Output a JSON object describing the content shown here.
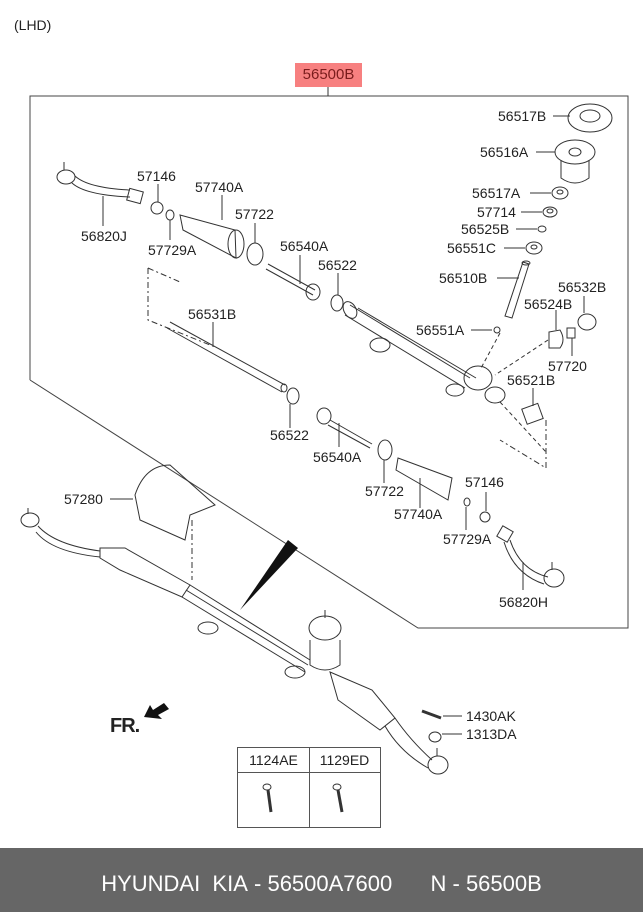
{
  "diagram": {
    "drive_side": "(LHD)",
    "assembly_ref": "56500B",
    "assembly_ref_color": "#f78080",
    "direction_label": "FR.",
    "parts": [
      {
        "id": "56517B",
        "label": "56517B"
      },
      {
        "id": "56516A",
        "label": "56516A"
      },
      {
        "id": "56517A",
        "label": "56517A"
      },
      {
        "id": "57714",
        "label": "57714"
      },
      {
        "id": "56525B",
        "label": "56525B"
      },
      {
        "id": "56551C",
        "label": "56551C"
      },
      {
        "id": "56510B",
        "label": "56510B"
      },
      {
        "id": "56532B",
        "label": "56532B"
      },
      {
        "id": "56524B",
        "label": "56524B"
      },
      {
        "id": "56551A",
        "label": "56551A"
      },
      {
        "id": "57720",
        "label": "57720"
      },
      {
        "id": "56521B",
        "label": "56521B"
      },
      {
        "id": "57146-left",
        "label": "57146"
      },
      {
        "id": "57740A-left",
        "label": "57740A"
      },
      {
        "id": "57722-left",
        "label": "57722"
      },
      {
        "id": "56820J",
        "label": "56820J"
      },
      {
        "id": "57729A-left",
        "label": "57729A"
      },
      {
        "id": "56540A-upper",
        "label": "56540A"
      },
      {
        "id": "56522-upper",
        "label": "56522"
      },
      {
        "id": "56531B",
        "label": "56531B"
      },
      {
        "id": "56522-lower",
        "label": "56522"
      },
      {
        "id": "56540A-lower",
        "label": "56540A"
      },
      {
        "id": "57722-right",
        "label": "57722"
      },
      {
        "id": "57740A-right",
        "label": "57740A"
      },
      {
        "id": "57146-right",
        "label": "57146"
      },
      {
        "id": "57729A-right",
        "label": "57729A"
      },
      {
        "id": "56820H",
        "label": "56820H"
      },
      {
        "id": "57280",
        "label": "57280"
      },
      {
        "id": "1430AK",
        "label": "1430AK"
      },
      {
        "id": "1313DA",
        "label": "1313DA"
      }
    ],
    "fastener_table": {
      "headers": [
        "1124AE",
        "1129ED"
      ]
    }
  },
  "footer": {
    "brand": "HYUNDAI  KIA",
    "oem_number": "- 56500A7600",
    "catalog_ref": "N - 56500B",
    "background": "#666666"
  }
}
